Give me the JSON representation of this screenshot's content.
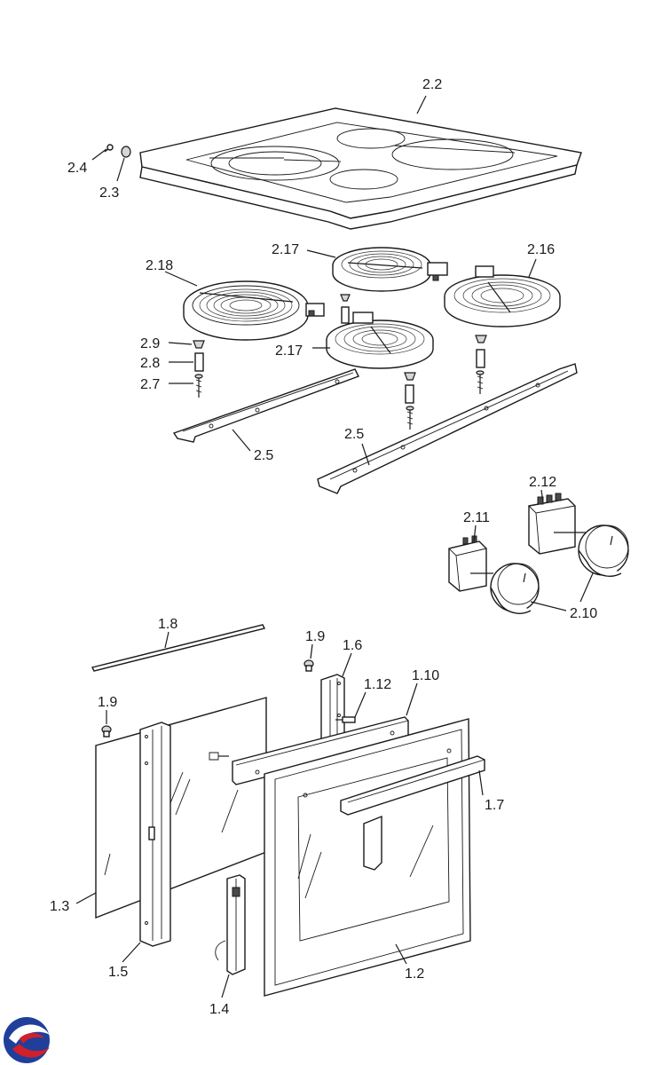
{
  "labels": {
    "l2_2": "2.2",
    "l2_4": "2.4",
    "l2_3": "2.3",
    "l2_17a": "2.17",
    "l2_16": "2.16",
    "l2_18": "2.18",
    "l2_17b": "2.17",
    "l2_9": "2.9",
    "l2_8": "2.8",
    "l2_7": "2.7",
    "l2_5a": "2.5",
    "l2_5b": "2.5",
    "l2_12": "2.12",
    "l2_11": "2.11",
    "l2_10": "2.10",
    "l1_8": "1.8",
    "l1_9a": "1.9",
    "l1_6": "1.6",
    "l1_12": "1.12",
    "l1_10": "1.10",
    "l1_9b": "1.9",
    "l1_7": "1.7",
    "l1_3": "1.3",
    "l1_5": "1.5",
    "l1_4": "1.4",
    "l1_2": "1.2"
  },
  "logo": {
    "colors": [
      "#1f3f9a",
      "#d0202a"
    ]
  }
}
